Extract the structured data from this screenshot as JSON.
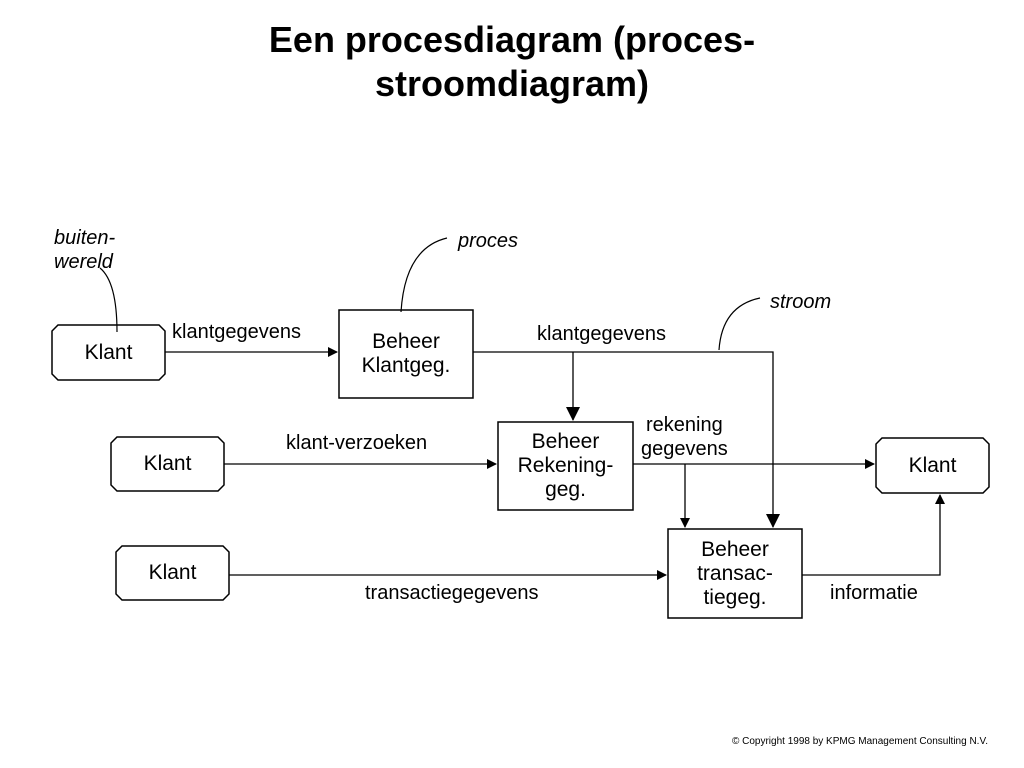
{
  "title": {
    "line1": "Een procesdiagram  (proces-",
    "line2": "stroomdiagram)"
  },
  "annotations": {
    "buiten_line1": "buiten-",
    "buiten_line2": "wereld",
    "proces": "proces",
    "stroom": "stroom"
  },
  "entities": {
    "klant1": "Klant",
    "klant2": "Klant",
    "klant3": "Klant",
    "klant_out": "Klant"
  },
  "processes": {
    "klant": {
      "line1": "Beheer",
      "line2": "Klantgeg."
    },
    "rekening": {
      "line1": "Beheer",
      "line2": "Rekening-",
      "line3": "geg."
    },
    "transactie": {
      "line1": "Beheer",
      "line2": "transac-",
      "line3": "tiegeg."
    }
  },
  "flows": {
    "klantgegevens_in": "klantgegevens",
    "klantgegevens_out": "klantgegevens",
    "klant_verzoeken": "klant-verzoeken",
    "rekening_line1": "rekening",
    "rekening_line2": "gegevens",
    "transactiegegevens": "transactiegegevens",
    "informatie": "informatie"
  },
  "copyright": "© Copyright 1998 by KPMG Management Consulting N.V."
}
